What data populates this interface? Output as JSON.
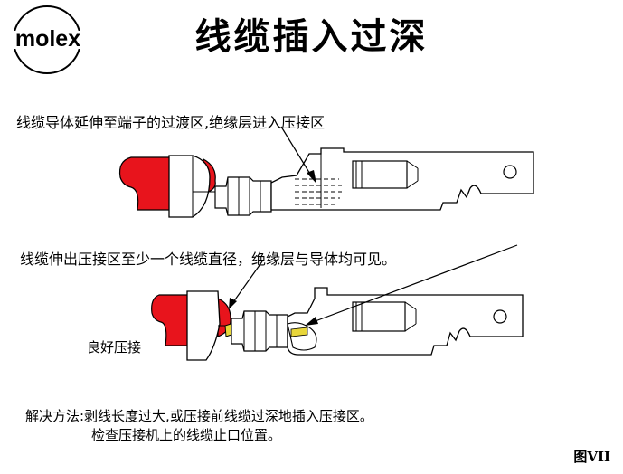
{
  "logo": {
    "text": "molex"
  },
  "title": "线缆插入过深",
  "diagram1": {
    "caption": "线缆导体延伸至端子的过渡区,绝缘层进入压接区"
  },
  "diagram2": {
    "caption": "线缆伸出压接区至少一个线缆直径，绝缘层与导体均可见。",
    "label": "良好压接"
  },
  "solution": {
    "line1": "解决方法:剥线长度过大,或压接前线缆过深地插入压接区。",
    "line2": "检查压接机上的线缆止口位置。"
  },
  "figure_label": "图VII",
  "colors": {
    "insulation": "#e8141c",
    "conductor": "#e8d63a",
    "line": "#000000"
  }
}
